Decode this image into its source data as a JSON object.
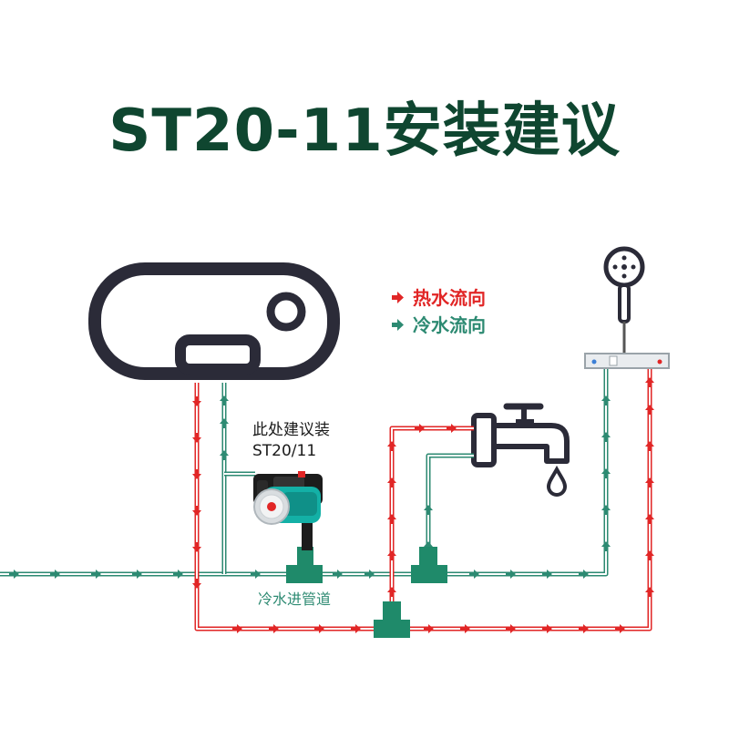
{
  "title": "ST20-11安装建议",
  "legend": {
    "hot": {
      "label": "热水流向"
    },
    "cold": {
      "label": "冷水流向"
    }
  },
  "labels": {
    "pump_note_line1": "此处建议装",
    "pump_note_line2": "ST20/11",
    "cold_inlet": "冷水进管道"
  },
  "colors": {
    "title": "#0f4630",
    "hot_pipe": "#e12626",
    "cold_pipe": "#2d8a72",
    "fitting": "#1f8a6a",
    "outline": "#2b2b38",
    "pump_body": "#13b0a6",
    "pump_motor": "#1c1c1c"
  },
  "icons": {
    "heater": "water-heater-icon",
    "faucet": "faucet-icon",
    "shower": "shower-head-icon",
    "pump": "circulation-pump-icon",
    "arrow": "flow-arrow-icon"
  }
}
